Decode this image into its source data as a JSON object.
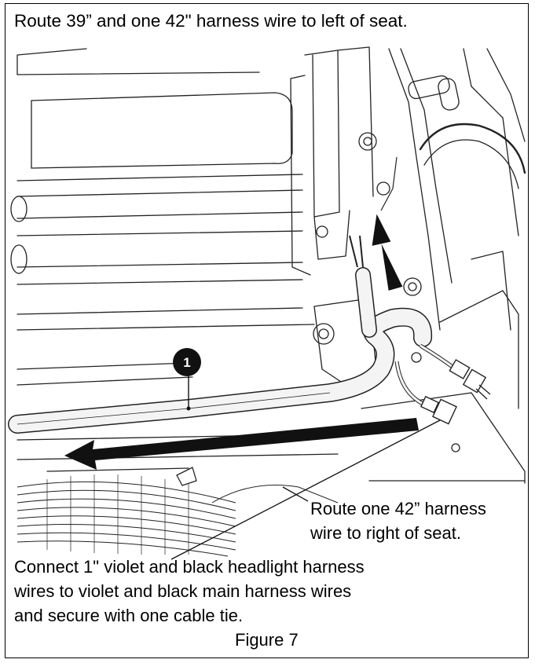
{
  "heading": "Route 39” and one 42\" harness wire to left of seat.",
  "callout_right": {
    "line1": "Route one 42” harness",
    "line2": "wire to right of seat."
  },
  "callout_bottom": {
    "line1": "Connect 1\" violet and black headlight harness",
    "line2": "wires to violet and black main harness wires",
    "line3": "and secure with one cable tie."
  },
  "figure_caption": "Figure 7",
  "badge_label": "1",
  "colors": {
    "ink": "#000000",
    "line": "#222222",
    "paper": "#ffffff",
    "fill_light": "#f4f4f4"
  },
  "icons": {
    "arrow_left": "arrow-left-icon",
    "arrow_up": "arrow-up-icon",
    "callout_badge": "numbered-callout-icon"
  }
}
